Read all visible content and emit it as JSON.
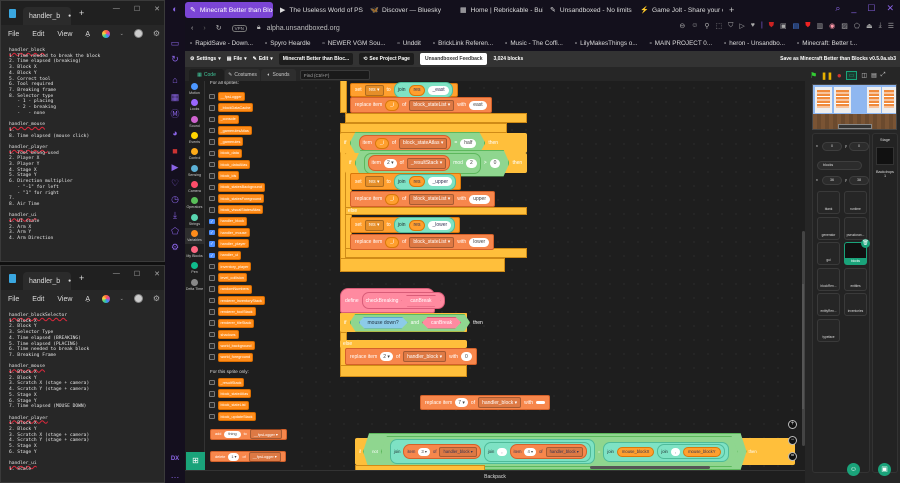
{
  "notepad_top": {
    "tab_title": "handler_b",
    "unsaved_dot": "●",
    "new_tab": "+",
    "menu": [
      "File",
      "Edit",
      "View"
    ],
    "lines": [
      {
        "h": "handler_block"
      },
      "1. Time needed to break the block",
      "2. Time elapsed (breaking)",
      "3. Block X",
      "4. Block Y",
      "5. Correct tool",
      "6. Tool required",
      "7. Breaking frame",
      "8. Selector type",
      "   - 1 - placing",
      "   - 2 - breaking",
      "   -   - none",
      "",
      {
        "h": "handler_mouse"
      },
      "1.",
      "8. Time elapsed (mouse click)",
      "",
      {
        "h": "handler_player"
      },
      "1. Tool being used",
      "2. Player X",
      "3. Player Y",
      "4. Stage X",
      "5. Stage Y",
      "6. Direction multiplier",
      "   - \"-1\" for left",
      "   - \"1\" for right",
      "7.",
      "8. Air Time",
      "",
      {
        "h": "handler_ui"
      },
      "1. UI scale",
      "2. Arm X",
      "3. Arm Y",
      "4. Arm Direction"
    ]
  },
  "notepad_bottom": {
    "tab_title": "handler_b",
    "unsaved_dot": "●",
    "new_tab": "+",
    "menu": [
      "File",
      "Edit",
      "View"
    ],
    "lines": [
      {
        "h": "handler_blockSelector"
      },
      "1. Block X",
      "2. Block Y",
      "3. Selector Type",
      "4. Time elapsed (BREAKING)",
      "5. Time elapsed (PLACING)",
      "6. Time needed to break block",
      "7. Breaking Frame",
      "",
      {
        "h": "handler_mouse"
      },
      "1. Block X",
      "2. Block Y",
      "3. Scratch X (stage + camera)",
      "4. Scratch Y (stage + camera)",
      "5. Stage X",
      "6. Stage Y",
      "7. Time elapsed (MOUSE DOWN)",
      "",
      {
        "h": "handler_player"
      },
      "1. Block X",
      "2. Block Y",
      "3. Scratch X (stage + camera)",
      "4. Scratch Y (stage + camera)",
      "5. Stage X",
      "6. Stage Y",
      "",
      {
        "h": "handler_ui"
      },
      "1. Scale"
    ]
  },
  "browser": {
    "tabs": [
      {
        "label": "Minecraft Better than Bloc",
        "icon": "✎",
        "active": true
      },
      {
        "label": "The Useless World of PS",
        "icon": "▶"
      },
      {
        "label": "Discover — Bluesky",
        "icon": "🦋"
      },
      {
        "label": "Home | Rebrickable - Buil",
        "icon": "▦"
      },
      {
        "label": "Unsandboxed - No limits",
        "icon": "✎"
      },
      {
        "label": "Game Jolt - Share your cr",
        "icon": "⚡"
      }
    ],
    "new_tab": "+",
    "vpn": "VPN",
    "url": "alpha.unsandboxed.org",
    "bookmarks": [
      "RapidSave - Down...",
      "Spyro Heardle",
      "NEWER VGM Sou...",
      "Unddit",
      "BrickLink Referen...",
      "Music - The Coffi...",
      "LilyMakesThings o...",
      "MAIN PROJECT 0...",
      "heron - Unsandbo...",
      "Minecraft: Better t..."
    ]
  },
  "scratch": {
    "menu": {
      "settings": "Settings",
      "file": "File",
      "edit": "Edit",
      "project_title": "Minecraft Better than Bloc...",
      "see_project": "See Project Page",
      "feedback": "Unsandboxed Feedback",
      "block_count": "3,024 blocks",
      "save_as": "Save as Minecraft Better than Blocks v0.5.0a.sb3"
    },
    "editor_tabs": [
      "Code",
      "Costumes",
      "Sounds"
    ],
    "find_placeholder": "Find (Ctrl+F)",
    "categories": [
      {
        "label": "Motion",
        "color": "#4c97ff"
      },
      {
        "label": "Looks",
        "color": "#9966ff"
      },
      {
        "label": "Sound",
        "color": "#cf63cf"
      },
      {
        "label": "Events",
        "color": "#ffd500"
      },
      {
        "label": "Control",
        "color": "#ffab19"
      },
      {
        "label": "Sensing",
        "color": "#5cb1d6"
      },
      {
        "label": "Camera",
        "color": "#ff4d6a"
      },
      {
        "label": "Operators",
        "color": "#59c059"
      },
      {
        "label": "Strings",
        "color": "#59d6b0"
      },
      {
        "label": "Variables",
        "color": "#ff8c1a",
        "selected": true
      },
      {
        "label": "My Blocks",
        "color": "#ff6680"
      },
      {
        "label": "Pen",
        "color": "#0fbd8c"
      },
      {
        "label": "Delta Time",
        "color": "#888"
      }
    ],
    "palette": {
      "all_header": "For all sprites:",
      "all_lists": [
        {
          "name": "__fpsLogger"
        },
        {
          "name": "_blockDataCache"
        },
        {
          "name": "_console"
        },
        {
          "name": "_gamerulesAtlas"
        },
        {
          "name": "_gamerules"
        },
        {
          "name": "block_data"
        },
        {
          "name": "block_dataAtlas"
        },
        {
          "name": "block_ids"
        },
        {
          "name": "block_statesBackground"
        },
        {
          "name": "block_statesForeground"
        },
        {
          "name": "block_visualStatesAtlas"
        },
        {
          "name": "handler_block",
          "checked": true
        },
        {
          "name": "handler_mouse",
          "checked": true
        },
        {
          "name": "handler_player",
          "checked": true
        },
        {
          "name": "handler_ui",
          "checked": true
        },
        {
          "name": "inventory_player"
        },
        {
          "name": "level_collision"
        },
        {
          "name": "randomNumbers"
        },
        {
          "name": "renderer_inventoryStack"
        },
        {
          "name": "renderer_toolStack"
        },
        {
          "name": "renderer_tileStack"
        },
        {
          "name": "shadows"
        },
        {
          "name": "world_background"
        },
        {
          "name": "world_foreground"
        }
      ],
      "sprite_header": "For this sprite only:",
      "sprite_lists": [
        {
          "name": "_resultStack"
        },
        {
          "name": "block_stateAtlas"
        },
        {
          "name": "block_stateList"
        },
        {
          "name": "block_updateStack"
        }
      ],
      "add_block": {
        "add": "add",
        "value": "thing",
        "to": "to",
        "list": "__fpsLogger"
      },
      "delete_block": {
        "delete": "delete",
        "value": "1",
        "of": "of",
        "list": "__fpsLogger"
      }
    },
    "code": {
      "a": [
        [
          "set",
          {
            "k": "dd",
            "v": "res"
          },
          "to",
          {
            "k": "r",
            "c": "str",
            "p": [
              "join",
              {
                "k": "var",
                "v": "res"
              },
              {
                "k": "in",
                "v": "_east"
              }
            ]
          }
        ],
        [
          "replace item",
          {
            "k": "var",
            "v": "_i"
          },
          "of",
          {
            "k": "dd",
            "v": "block_stateList"
          },
          "with",
          {
            "k": "in",
            "v": "east"
          }
        ],
        [
          "if",
          {
            "k": "b",
            "c": "op",
            "p": [
              {
                "k": "r",
                "c": "list",
                "p": [
                  "item",
                  {
                    "k": "var",
                    "v": "_i"
                  },
                  "of",
                  {
                    "k": "dd",
                    "v": "block_stateAtlas"
                  }
                ]
              },
              "=",
              {
                "k": "in",
                "v": "half"
              }
            ]
          },
          "then"
        ],
        [
          "if",
          {
            "k": "b",
            "c": "op",
            "p": [
              {
                "k": "r",
                "c": "op",
                "p": [
                  {
                    "k": "r",
                    "c": "list",
                    "p": [
                      "item",
                      {
                        "k": "ddw",
                        "v": "2"
                      },
                      "of",
                      {
                        "k": "dd",
                        "v": "_resultStack"
                      }
                    ]
                  },
                  "mod",
                  {
                    "k": "in",
                    "v": "2"
                  }
                ]
              },
              ">",
              {
                "k": "in",
                "v": "0"
              }
            ]
          },
          "then"
        ],
        [
          "set",
          {
            "k": "dd",
            "v": "res"
          },
          "to",
          {
            "k": "r",
            "c": "str",
            "p": [
              "join",
              {
                "k": "var",
                "v": "res"
              },
              {
                "k": "in",
                "v": "_upper"
              }
            ]
          }
        ],
        [
          "replace item",
          {
            "k": "var",
            "v": "_i"
          },
          "of",
          {
            "k": "dd",
            "v": "block_stateList"
          },
          "with",
          {
            "k": "in",
            "v": "upper"
          }
        ],
        [
          "else"
        ],
        [
          "set",
          {
            "k": "dd",
            "v": "res"
          },
          "to",
          {
            "k": "r",
            "c": "str",
            "p": [
              "join",
              {
                "k": "var",
                "v": "res"
              },
              {
                "k": "in",
                "v": "_lower"
              }
            ]
          }
        ],
        [
          "replace item",
          {
            "k": "var",
            "v": "_i"
          },
          "of",
          {
            "k": "dd",
            "v": "block_stateList"
          },
          "with",
          {
            "k": "in",
            "v": "lower"
          }
        ]
      ],
      "b": [
        [
          "define",
          {
            "k": "r",
            "c": "cust",
            "p": [
              "checkBreaking",
              {
                "k": "b",
                "c": "cust",
                "p": [
                  "canBreak"
                ]
              }
            ]
          }
        ],
        [
          "if",
          {
            "k": "b",
            "c": "op",
            "p": [
              {
                "k": "b",
                "c": "sens",
                "p": [
                  "mouse down?"
                ]
              },
              "and",
              {
                "k": "b",
                "c": "cust",
                "p": [
                  "canBreak"
                ]
              }
            ]
          },
          "then"
        ],
        [
          "else"
        ],
        [
          "replace item",
          {
            "k": "ddw",
            "v": "2"
          },
          "of",
          {
            "k": "dd",
            "v": "handler_block"
          },
          "with",
          {
            "k": "in",
            "v": "0"
          }
        ]
      ],
      "c": [
        [
          "replace item",
          {
            "k": "ddw",
            "v": "7"
          },
          "of",
          {
            "k": "dd",
            "v": "handler_block"
          },
          "with",
          {
            "k": "in",
            "v": ""
          }
        ]
      ],
      "d": [
        [
          "if",
          {
            "k": "b",
            "c": "op",
            "p": [
              "not",
              {
                "k": "b",
                "c": "op",
                "p": [
                  {
                    "k": "r",
                    "c": "str",
                    "p": [
                      "join",
                      {
                        "k": "r",
                        "c": "list",
                        "p": [
                          "item",
                          {
                            "k": "ddw",
                            "v": "3"
                          },
                          "of",
                          {
                            "k": "dd",
                            "v": "handler_block"
                          }
                        ]
                      },
                      {
                        "k": "r",
                        "c": "str",
                        "p": [
                          "join",
                          {
                            "k": "in",
                            "v": ","
                          },
                          {
                            "k": "r",
                            "c": "list",
                            "p": [
                              "item",
                              {
                                "k": "ddw",
                                "v": "4"
                              },
                              "of",
                              {
                                "k": "dd",
                                "v": "handler_block"
                              }
                            ]
                          }
                        ]
                      }
                    ]
                  },
                  "=",
                  {
                    "k": "r",
                    "c": "str",
                    "p": [
                      "join",
                      {
                        "k": "var",
                        "v": "mouse_blockX"
                      },
                      {
                        "k": "r",
                        "c": "str",
                        "p": [
                          "join",
                          {
                            "k": "in",
                            "v": ","
                          },
                          {
                            "k": "var",
                            "v": "mouse_blockY"
                          }
                        ]
                      }
                    ]
                  }
                ]
              }
            ]
          },
          "then"
        ]
      ]
    },
    "backpack": "Backpack",
    "ui_extension": "DX",
    "stage_pane": {
      "x_label": "x",
      "y_label": "y",
      "stage_x": "0",
      "stage_y": "0",
      "sprite_name": "blocks",
      "sprite_x": "36",
      "sprite_y": "38",
      "stage_label": "Stage",
      "backdrops_label": "Backdrops",
      "backdrops_count": "1",
      "sprites": [
        {
          "name": "blank"
        },
        {
          "name": "runtime"
        },
        {
          "name": "generator"
        },
        {
          "name": "pseudoran..."
        },
        {
          "name": "gui"
        },
        {
          "name": "blocks",
          "selected": true
        },
        {
          "name": "blockRen..."
        },
        {
          "name": "entities"
        },
        {
          "name": "entityRen..."
        },
        {
          "name": "inventories"
        },
        {
          "name": "typeface"
        }
      ]
    }
  }
}
